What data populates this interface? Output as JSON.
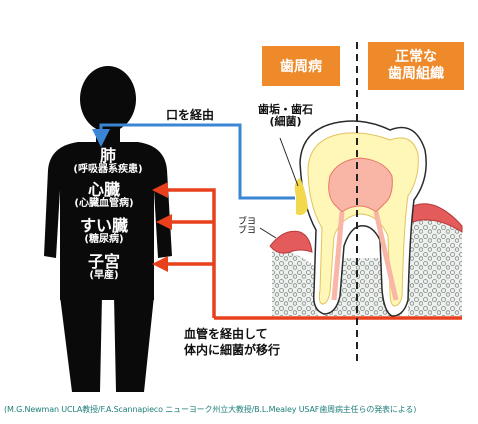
{
  "diagram": {
    "header_left": "歯周病",
    "header_right_line1": "正常な",
    "header_right_line2": "歯周組織",
    "organs": [
      {
        "name": "肺",
        "note": "(呼吸器系疾患)"
      },
      {
        "name": "心臓",
        "note": "(心臓血管病)"
      },
      {
        "name": "すい臓",
        "note": "(糖尿病)"
      },
      {
        "name": "子宮",
        "note": "(早産)"
      }
    ],
    "mouth_route": "口を経由",
    "plaque_line1": "歯垢・歯石",
    "plaque_line2": "(細菌)",
    "gum_line1": "ブヨ",
    "gum_line2": "ブヨ",
    "blood_line1": "血管を経由して",
    "blood_line2": "体内に細菌が移行",
    "caption": "(M.G.Newman UCLA教授/F.A.Scannapieco ニューヨーク州立大教授/B.L.Mealey USAF歯周病主任らの発表による)",
    "colors": {
      "header": "#ef8a2a",
      "blue_arrow": "#3a86d4",
      "red_arrow": "#e8401c",
      "body": "#0a0a0a",
      "caption": "#1f7f7a"
    }
  }
}
